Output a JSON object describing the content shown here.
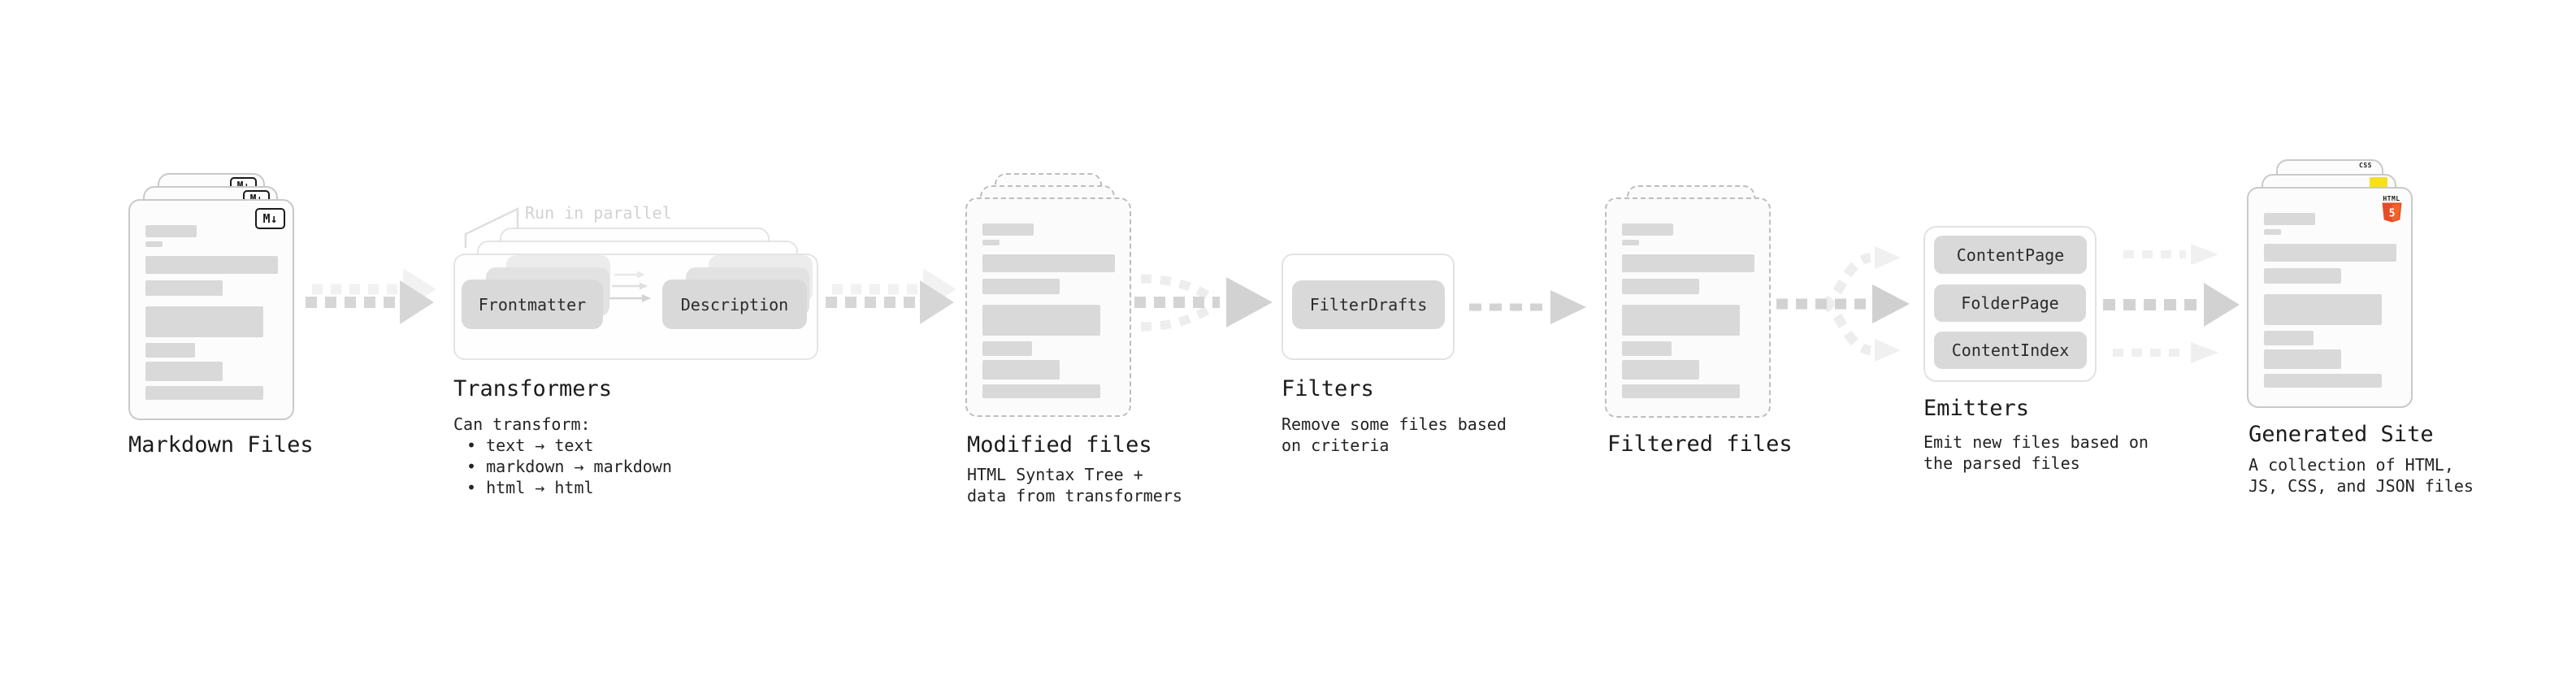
{
  "stages": {
    "markdown": {
      "label": "Markdown Files"
    },
    "transformers": {
      "label": "Transformers",
      "annotation": "Run in parallel",
      "left_button": "Frontmatter",
      "right_button": "Description",
      "sub_intro": "Can transform:",
      "bullets": [
        "• text → text",
        "• markdown → markdown",
        "• html → html"
      ]
    },
    "modified": {
      "label": "Modified files",
      "sub_line1": "HTML Syntax Tree +",
      "sub_line2": "data from transformers"
    },
    "filters": {
      "label": "Filters",
      "button": "FilterDrafts",
      "sub_line1": "Remove some files based",
      "sub_line2": "on criteria"
    },
    "filtered": {
      "label": "Filtered files"
    },
    "emitters": {
      "label": "Emitters",
      "buttons": [
        "ContentPage",
        "FolderPage",
        "ContentIndex"
      ],
      "sub_line1": "Emit new files based on",
      "sub_line2": "the parsed files"
    },
    "generated": {
      "label": "Generated Site",
      "sub_line1": "A collection of HTML,",
      "sub_line2": "JS, CSS, and JSON files"
    }
  },
  "badges": {
    "markdown": "M↓",
    "html_label": "HTML",
    "html_number": "5",
    "css_label": "CSS"
  },
  "colors": {
    "html_shield": "#e44d26",
    "html_shield_light": "#f16529",
    "js_yellow": "#f7df1e",
    "css_blue": "#2d63e8"
  }
}
